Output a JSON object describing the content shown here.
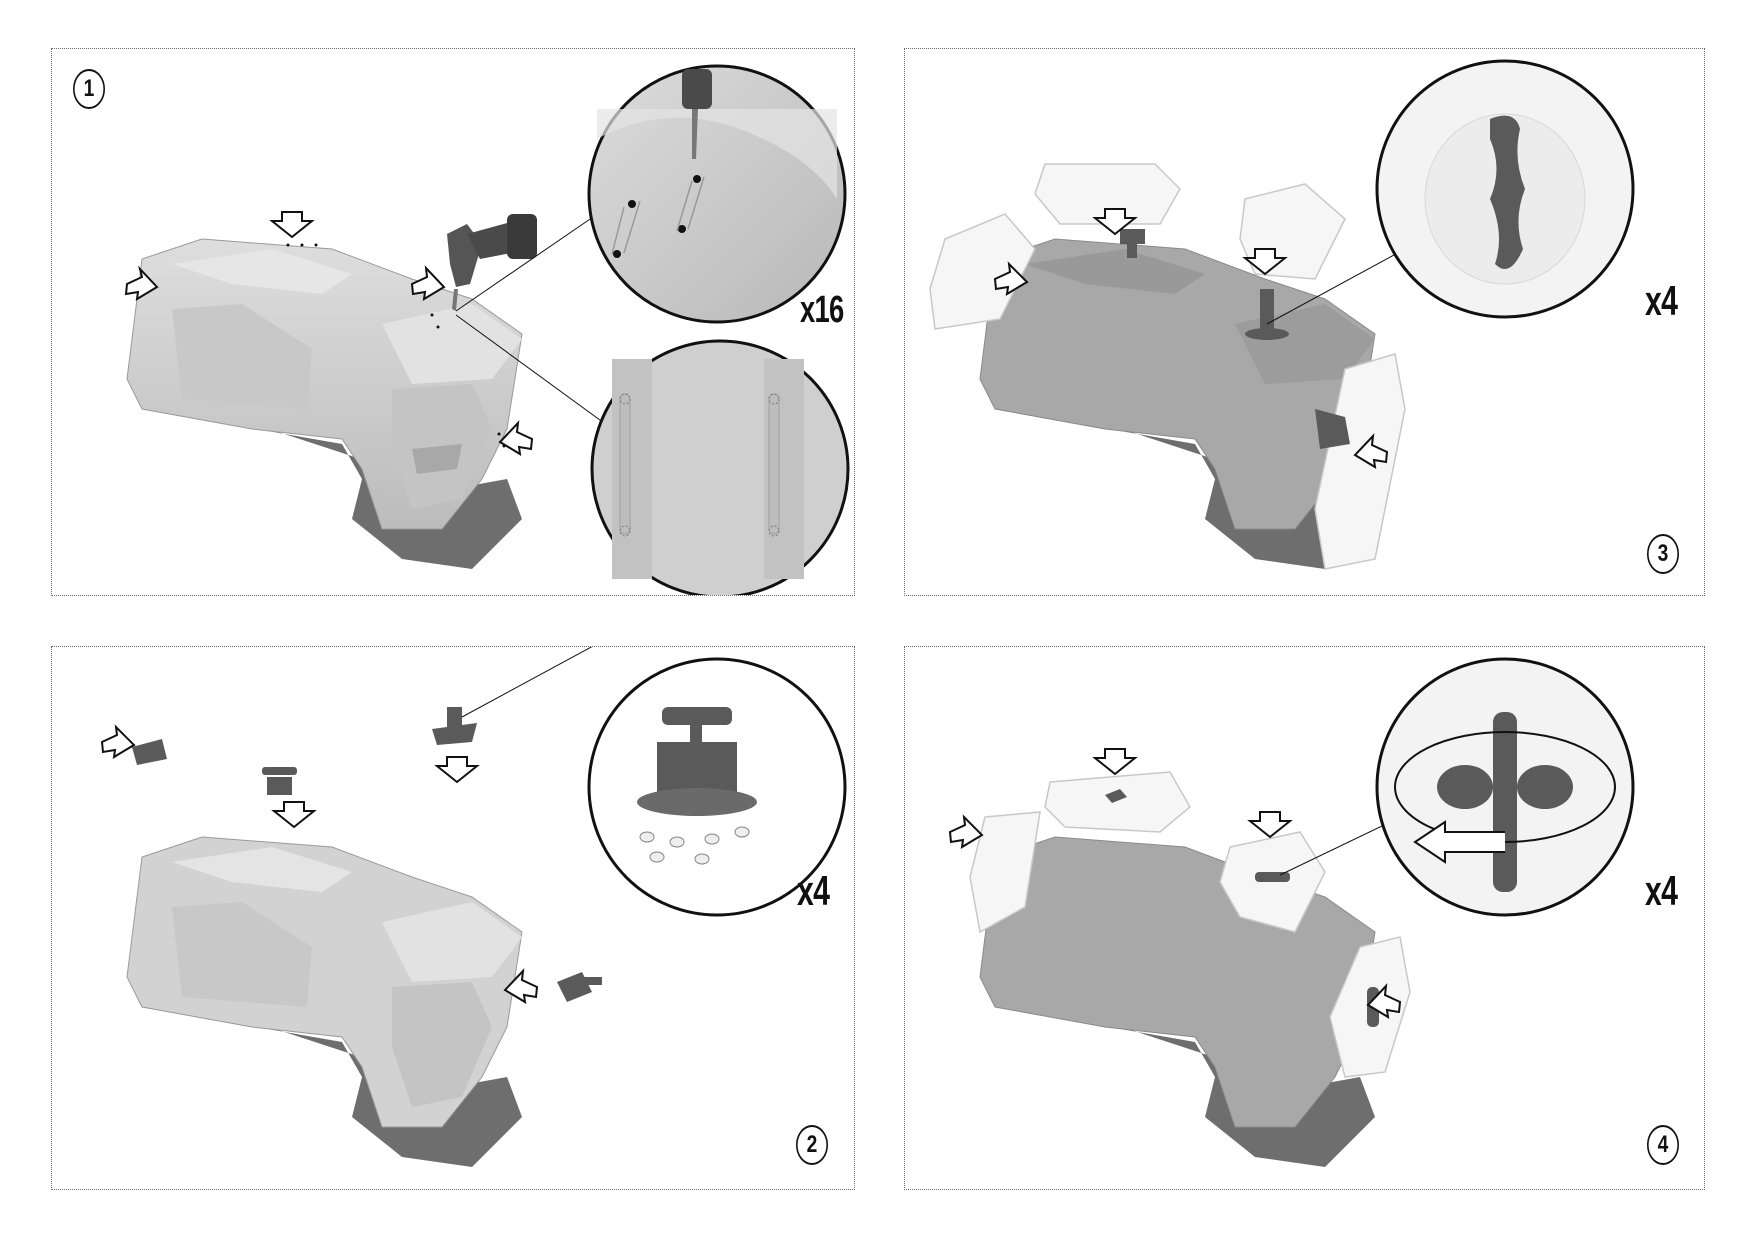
{
  "steps": [
    {
      "id": "1",
      "number": "1",
      "quantity": "x16"
    },
    {
      "id": "2",
      "number": "2",
      "quantity": "x4"
    },
    {
      "id": "3",
      "number": "3",
      "quantity": "x4"
    },
    {
      "id": "4",
      "number": "4",
      "quantity": "x4"
    }
  ],
  "colors": {
    "body_light": "#d4d4d4",
    "body_shade": "#b9b9b9",
    "base_dark": "#6e6e6e",
    "canister_white": "#f6f6f6",
    "part_dark": "#5a5a5a",
    "outline": "#111111",
    "frame": "#6b6b6b"
  },
  "icons": [
    "drill-icon",
    "arrow-icon",
    "rotate-arrow-icon",
    "mount-bracket-icon",
    "canister-icon"
  ]
}
